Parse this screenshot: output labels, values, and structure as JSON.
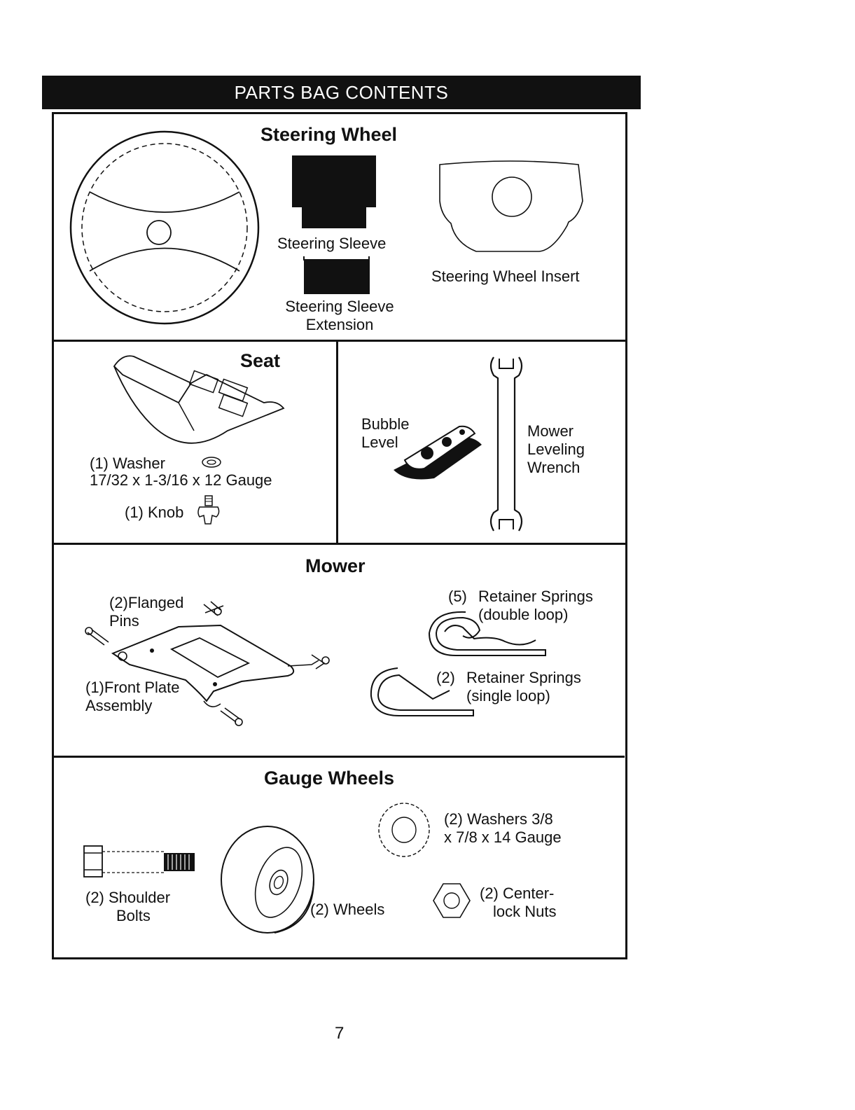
{
  "header": {
    "title": "PARTS BAG CONTENTS"
  },
  "steering": {
    "heading": "Steering Wheel",
    "sleeve_label": "Steering Sleeve",
    "extension_label_1": "Steering Sleeve",
    "extension_label_2": "Extension",
    "insert_label": "Steering Wheel Insert"
  },
  "seat": {
    "heading": "Seat",
    "washer_label": "(1) Washer",
    "washer_spec": "17/32 x 1-3/16 x 12 Gauge",
    "knob_label": "(1) Knob"
  },
  "level": {
    "bubble_label_1": "Bubble",
    "bubble_label_2": "Level",
    "wrench_label_1": "Mower",
    "wrench_label_2": "Leveling",
    "wrench_label_3": "Wrench"
  },
  "mower": {
    "heading": "Mower",
    "pins_label_1": "(2)Flanged",
    "pins_label_2": "Pins",
    "plate_label_1": "(1)Front Plate",
    "plate_label_2": "Assembly",
    "double_qty": "(5)",
    "double_label_1": "Retainer Springs",
    "double_label_2": "(double loop)",
    "single_qty": "(2)",
    "single_label_1": "Retainer Springs",
    "single_label_2": "(single loop)"
  },
  "gauge": {
    "heading": "Gauge Wheels",
    "bolts_label_1": "(2) Shoulder",
    "bolts_label_2": "Bolts",
    "wheels_label": "(2) Wheels",
    "washers_label_1": "(2) Washers  3/8",
    "washers_label_2": "x 7/8 x 14 Gauge",
    "nuts_label_1": "(2) Center-",
    "nuts_label_2": "lock Nuts"
  },
  "footer": {
    "page_number": "7"
  }
}
